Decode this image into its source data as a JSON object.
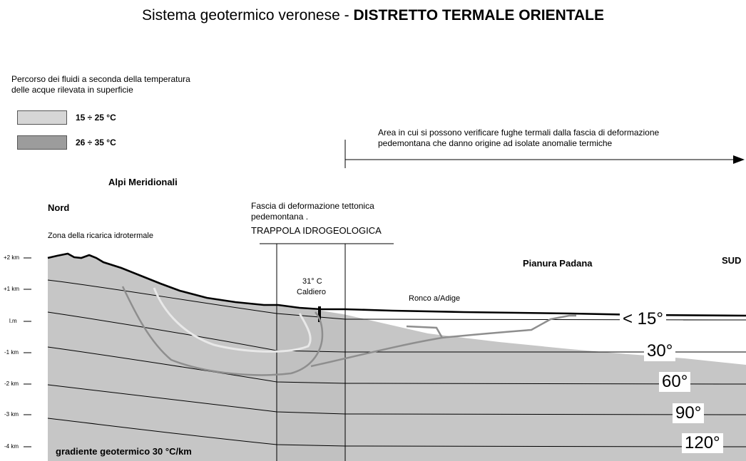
{
  "title": {
    "prefix": "Sistema geotermico veronese - ",
    "bold": "DISTRETTO TERMALE ORIENTALE"
  },
  "legend": {
    "heading_line1": "Percorso dei fluidi a seconda della temperatura",
    "heading_line2": "delle acque rilevata in superficie",
    "items": [
      {
        "label": "15 ÷ 25 °C",
        "color": "#d6d6d6"
      },
      {
        "label": "26 ÷ 35 °C",
        "color": "#9c9c9c"
      }
    ]
  },
  "annotation_area": {
    "line1": "Area in cui si possono verificare fughe termali dalla fascia di deformazione",
    "line2": "pedemontana che danno origine ad isolate anomalie termiche"
  },
  "labels": {
    "alpi": "Alpi Meridionali",
    "nord": "Nord",
    "sud": "SUD",
    "ricarica": "Zona della ricarica idrotermale",
    "fascia_line1": "Fascia di deformazione tettonica",
    "fascia_line2": "pedemontana .",
    "trappola": "TRAPPOLA IDROGEOLOGICA",
    "pianura": "Pianura Padana",
    "caldiero_temp": "31° C",
    "caldiero": "Caldiero",
    "ronco": "Ronco a/Adige",
    "gradiente": "gradiente geotermico  30 °C/km"
  },
  "depth_axis": [
    "+2 km",
    "+1 km",
    "l.m",
    "-1 km",
    "-2 km",
    "-3 km",
    "-4 km"
  ],
  "isotherms": [
    "< 15°",
    "30°",
    "60°",
    "90°",
    "120°"
  ],
  "colors": {
    "ground_fill": "#c6c6c6",
    "path_light": "#e8e8e8",
    "path_dark": "#8e8e8e"
  }
}
